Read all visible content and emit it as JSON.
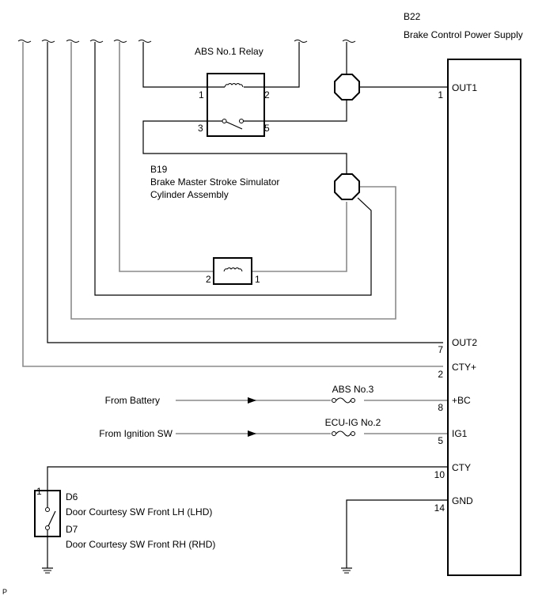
{
  "ecu": {
    "connector": "B22",
    "name": "Brake Control Power Supply",
    "pins": [
      {
        "pin": "1",
        "name": "OUT1"
      },
      {
        "pin": "7",
        "name": "OUT2"
      },
      {
        "pin": "2",
        "name": "CTY+"
      },
      {
        "pin": "8",
        "name": "+BC"
      },
      {
        "pin": "5",
        "name": "IG1"
      },
      {
        "pin": "10",
        "name": "CTY"
      },
      {
        "pin": "14",
        "name": "GND"
      }
    ]
  },
  "relay": {
    "name": "ABS No.1 Relay",
    "pins": [
      "1",
      "2",
      "3",
      "5"
    ]
  },
  "simulator": {
    "connector": "B19",
    "name_line1": "Brake Master Stroke Simulator",
    "name_line2": "Cylinder Assembly",
    "pins": [
      "2",
      "1"
    ]
  },
  "sources": {
    "battery": "From Battery",
    "ignition": "From Ignition SW"
  },
  "fuses": {
    "abs3": "ABS No.3",
    "ecuig2": "ECU-IG No.2"
  },
  "door_switch": {
    "pin": "1",
    "lh_connector": "D6",
    "lh_name": "Door Courtesy SW Front LH (LHD)",
    "rh_connector": "D7",
    "rh_name": "Door Courtesy SW Front RH (RHD)"
  },
  "footer": {
    "mark": "P"
  }
}
